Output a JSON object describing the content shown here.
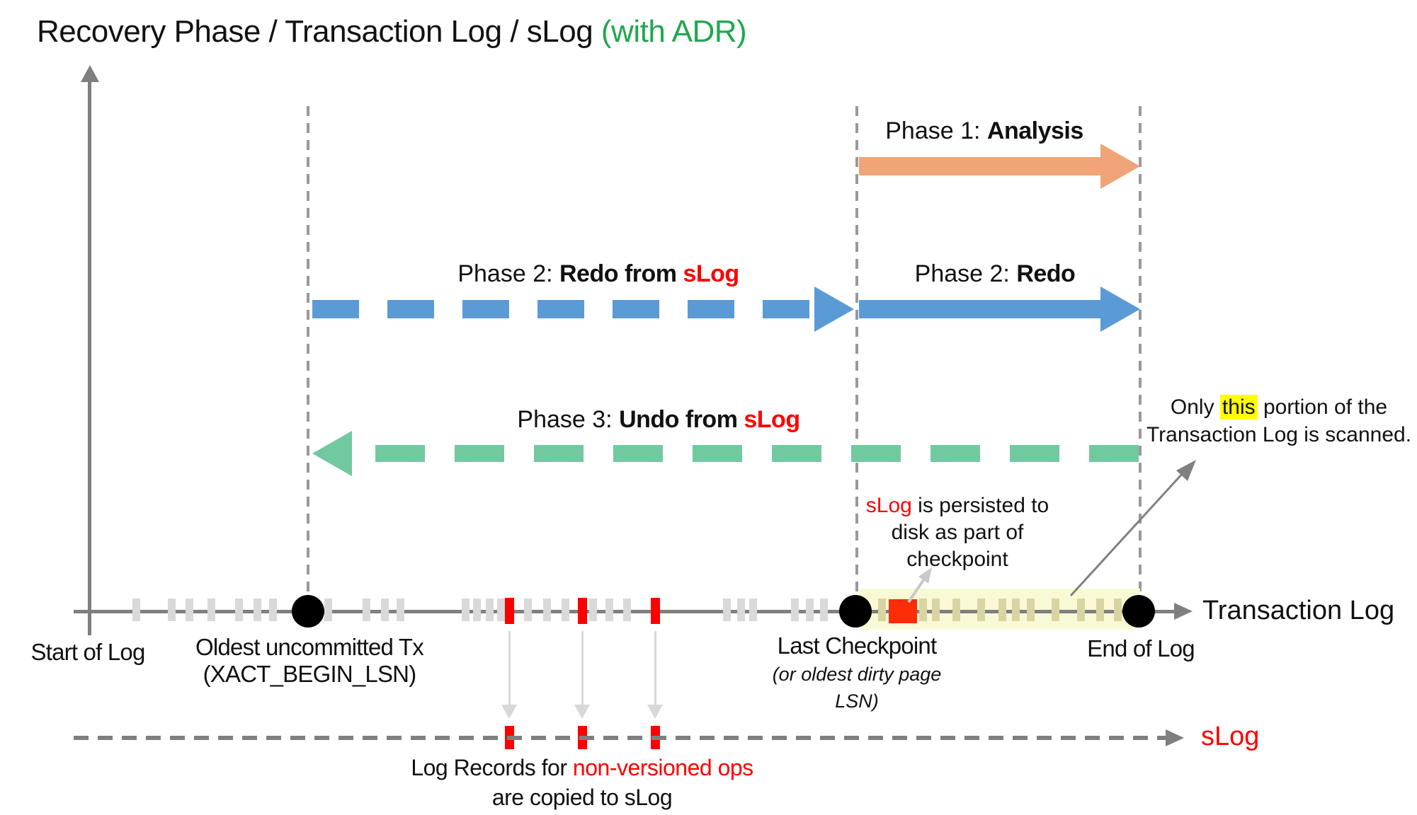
{
  "title": {
    "main": "Recovery Phase / Transaction Log / sLog ",
    "suffix": "(with ADR)"
  },
  "colors": {
    "green-title": "#1FA84D",
    "orange": "#F0A478",
    "blue": "#5B9BD5",
    "green": "#71C9A0",
    "red": "#FF0000",
    "red-sq": "#FE2D07",
    "band": "#FAF9D6",
    "yellow": "#FFFF00",
    "axis": "#7F7F7F",
    "dashline": "#999999",
    "tick": "#D9D9D9",
    "tick-band": "#D9D5A2",
    "lightarrow": "#D8D8D8"
  },
  "phases": {
    "analysis": {
      "prefix": "Phase 1: ",
      "bold": "Analysis"
    },
    "redo_slog": {
      "prefix": "Phase 2: ",
      "bold": "Redo from ",
      "red": "sLog"
    },
    "redo": {
      "prefix": "Phase 2: ",
      "bold": "Redo"
    },
    "undo_slog": {
      "prefix": "Phase 3: ",
      "bold": "Undo from ",
      "red": "sLog"
    }
  },
  "axis": {
    "transaction_log_label": "Transaction Log",
    "slog_label": "sLog",
    "start_of_log": "Start of Log",
    "oldest_tx_line1": "Oldest uncommitted Tx",
    "oldest_tx_line2": "(XACT_BEGIN_LSN)",
    "last_checkpoint_line1": "Last Checkpoint",
    "last_checkpoint_line2": "(or oldest dirty page",
    "last_checkpoint_line3": "LSN)",
    "end_of_log": "End of Log"
  },
  "annotations": {
    "scanned": {
      "pre": "Only ",
      "highlight": "this",
      "post": " portion of the",
      "line2": "Transaction Log is scanned."
    },
    "persisted": {
      "red": "sLog",
      "line1_rest": " is persisted to",
      "line2": "disk as part of",
      "line3": "checkpoint"
    },
    "copy": {
      "line1_black": "Log Records for ",
      "line1_red": "non-versioned ops",
      "line2": "are copied to sLog"
    }
  },
  "ticks": {
    "log_gray": [
      192,
      242,
      267,
      298,
      337,
      363,
      385,
      463,
      517,
      543,
      565,
      657,
      673,
      691,
      707,
      745,
      772,
      798,
      837,
      860,
      885,
      1026,
      1046,
      1063,
      1122,
      1143,
      1163
    ],
    "log_band": [
      1245,
      1303,
      1321,
      1350,
      1385,
      1415,
      1434,
      1455,
      1490,
      1526,
      1553,
      1578
    ],
    "copy_marks": [
      719,
      822,
      925
    ]
  }
}
